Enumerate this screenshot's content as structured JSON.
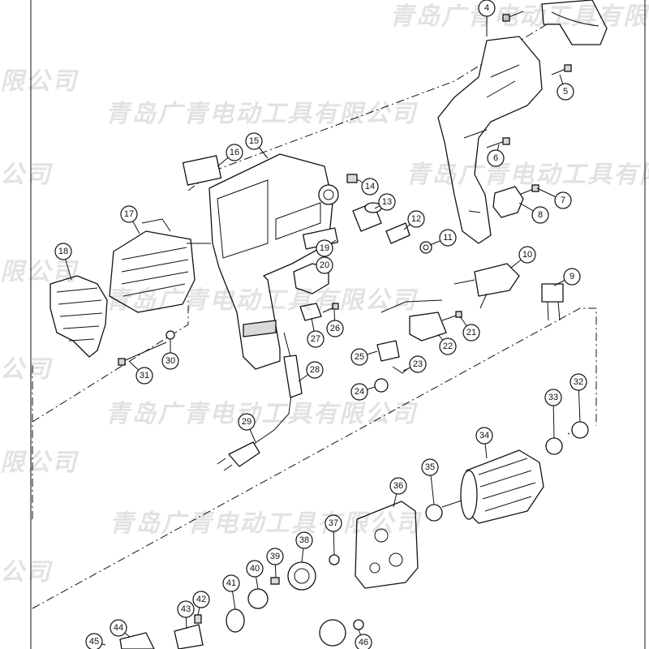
{
  "watermark": {
    "text": "青岛广青电动工具有限公司",
    "fragment_a": "限公司",
    "fragment_b": "公司"
  },
  "callouts": [
    {
      "id": "4"
    },
    {
      "id": "5"
    },
    {
      "id": "6"
    },
    {
      "id": "7"
    },
    {
      "id": "8"
    },
    {
      "id": "9"
    },
    {
      "id": "10"
    },
    {
      "id": "11"
    },
    {
      "id": "12"
    },
    {
      "id": "13"
    },
    {
      "id": "14"
    },
    {
      "id": "15"
    },
    {
      "id": "16"
    },
    {
      "id": "17"
    },
    {
      "id": "18"
    },
    {
      "id": "19"
    },
    {
      "id": "20"
    },
    {
      "id": "21"
    },
    {
      "id": "22"
    },
    {
      "id": "23"
    },
    {
      "id": "24"
    },
    {
      "id": "25"
    },
    {
      "id": "26"
    },
    {
      "id": "27"
    },
    {
      "id": "28"
    },
    {
      "id": "29"
    },
    {
      "id": "30"
    },
    {
      "id": "31"
    },
    {
      "id": "32"
    },
    {
      "id": "33"
    },
    {
      "id": "34"
    },
    {
      "id": "35"
    },
    {
      "id": "36"
    },
    {
      "id": "37"
    },
    {
      "id": "38"
    },
    {
      "id": "39"
    },
    {
      "id": "40"
    },
    {
      "id": "41"
    },
    {
      "id": "42"
    },
    {
      "id": "43"
    },
    {
      "id": "44"
    },
    {
      "id": "45"
    },
    {
      "id": "46"
    }
  ]
}
